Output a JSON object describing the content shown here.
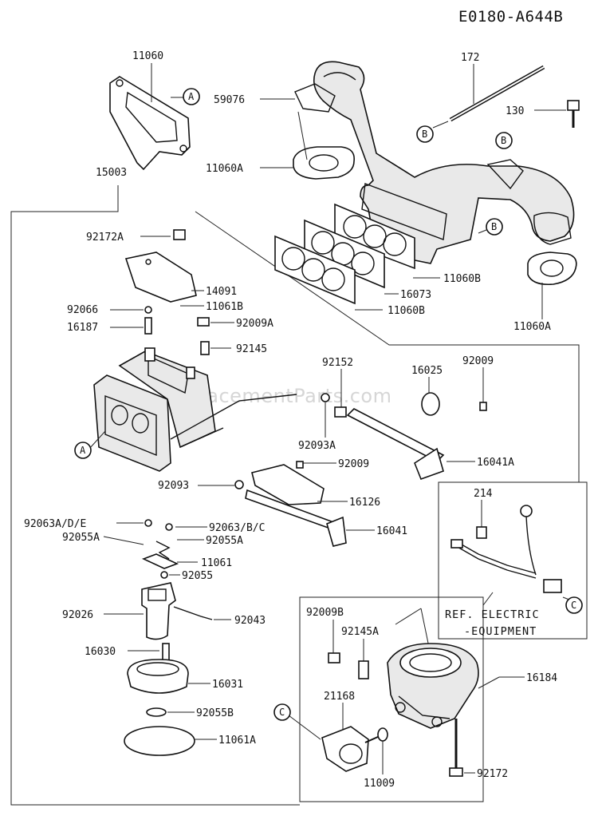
{
  "diagram_code": "E0180-A644B",
  "watermark": "ReplacementParts.com",
  "labels": {
    "p11060": "11060",
    "p59076": "59076",
    "p11060A_top": "11060A",
    "p172": "172",
    "p130": "130",
    "p15003": "15003",
    "p92172A": "92172A",
    "p14091": "14091",
    "p11061B": "11061B",
    "p92066": "92066",
    "p16187": "16187",
    "p92009A": "92009A",
    "p92145": "92145",
    "p11060B_1": "11060B",
    "p16073": "16073",
    "p11060B_2": "11060B",
    "p11060A_right": "11060A",
    "p92152": "92152",
    "p16025": "16025",
    "p92009": "92009",
    "p92093A": "92093A",
    "p16041A": "16041A",
    "p92009_2": "92009",
    "p92093": "92093",
    "p16126": "16126",
    "p214": "214",
    "p92063ADE": "92063A/D/E",
    "p92063BC": "92063/B/C",
    "p16041": "16041",
    "p92055A_left": "92055A",
    "p92055A_right": "92055A",
    "p11061": "11061",
    "p92055": "92055",
    "p92026": "92026",
    "p92043": "92043",
    "p16030": "16030",
    "p16031": "16031",
    "p92055B": "92055B",
    "p11061A": "11061A",
    "p92009B": "92009B",
    "p92145A": "92145A",
    "p16184": "16184",
    "p21168": "21168",
    "p11009": "11009",
    "p92172": "92172"
  },
  "refs": {
    "a": "A",
    "b": "B",
    "c": "C"
  },
  "notes": {
    "ref_line1": "REF. ELECTRIC",
    "ref_line2": "-EQUIPMENT"
  }
}
